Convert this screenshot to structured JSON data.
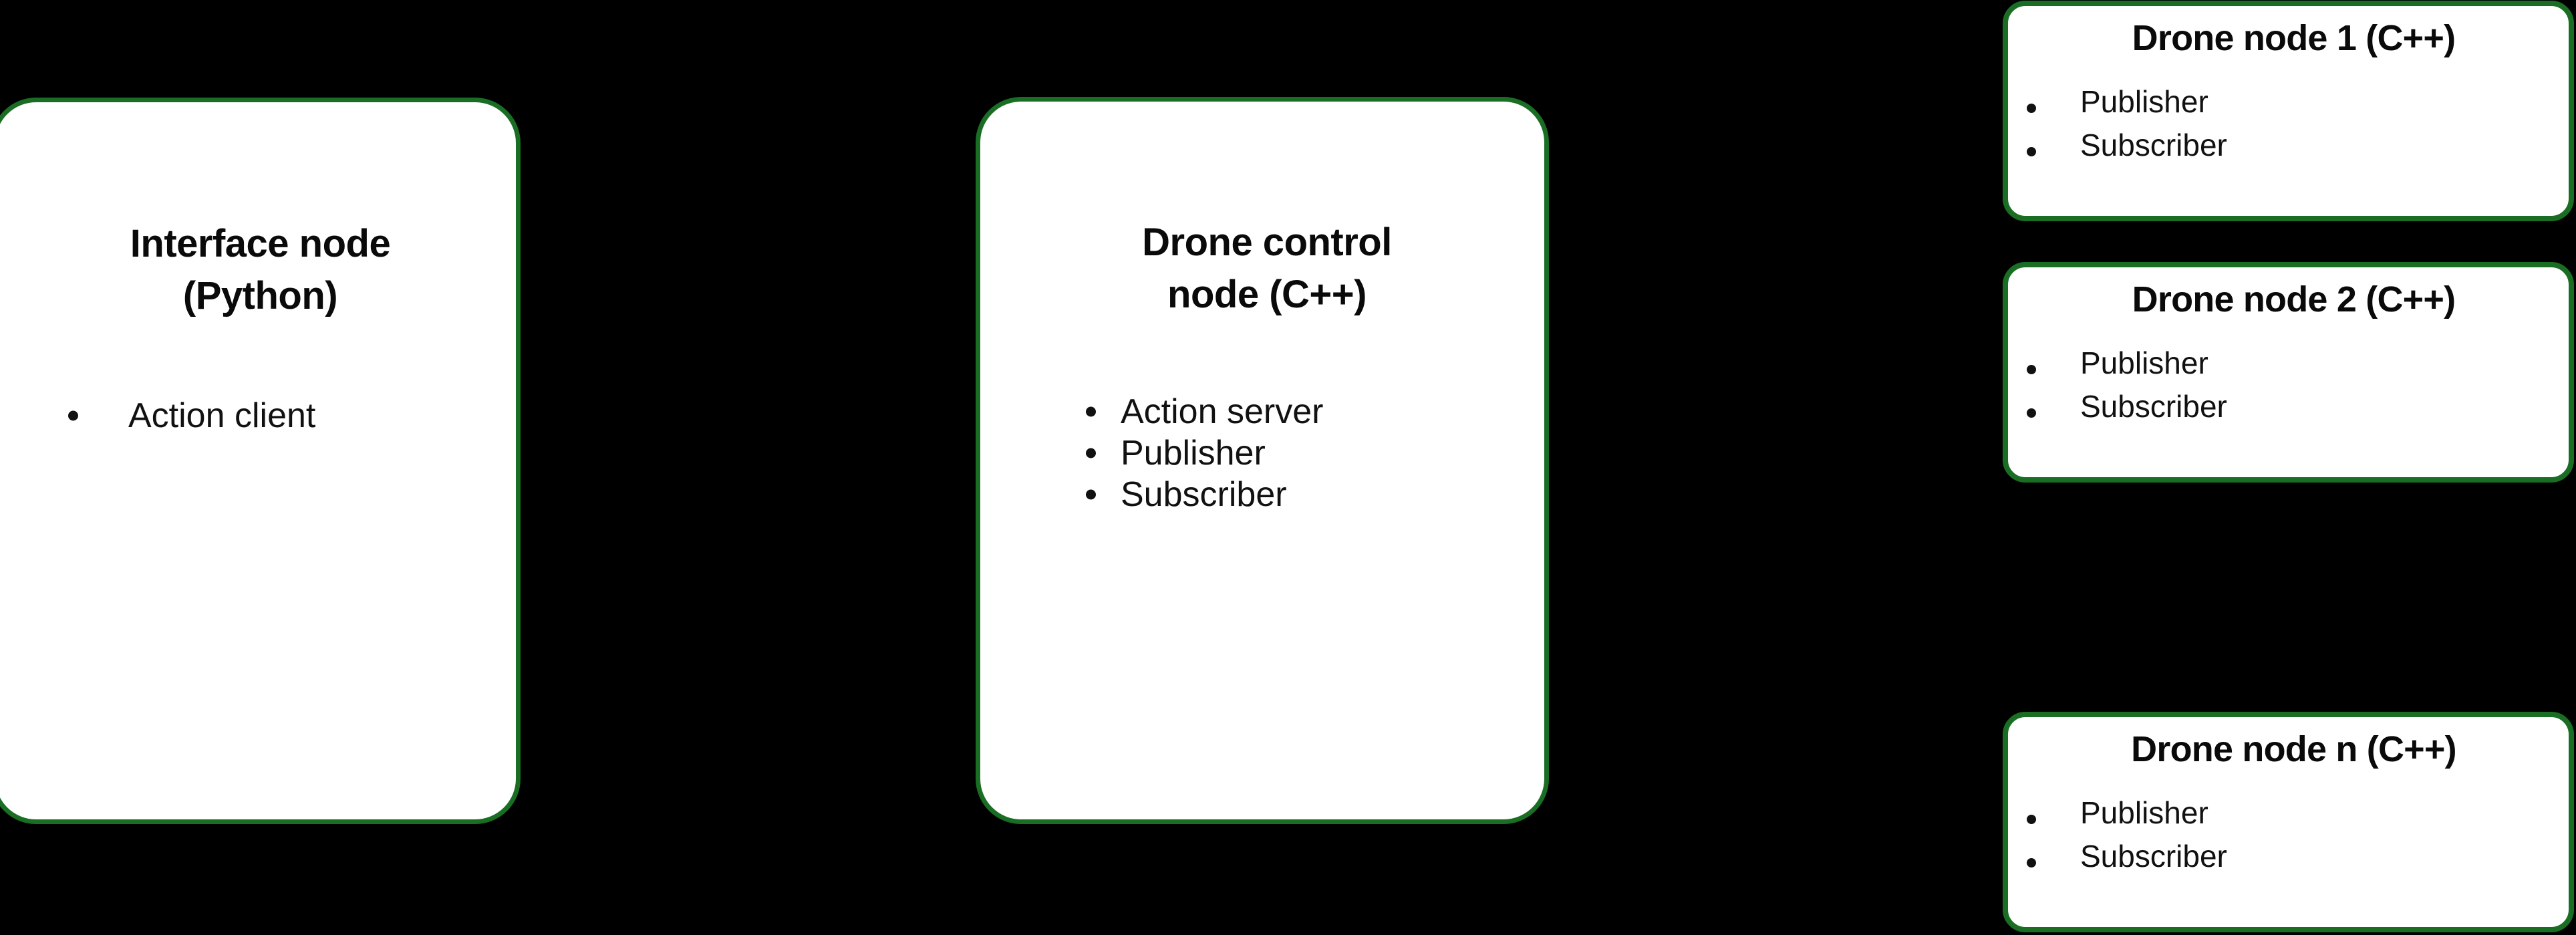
{
  "diagram": {
    "background_color": "#000000",
    "node_fill_color": "#ffffff",
    "node_border_color": "#1a6e24",
    "text_color": "#111111",
    "nodes": [
      {
        "id": "interface-node",
        "title_line_1": "Interface node",
        "title_line_2": "(Python)",
        "items": [
          "Action client"
        ]
      },
      {
        "id": "drone-control-node",
        "title_line_1": "Drone control",
        "title_line_2": "node (C++)",
        "items": [
          "Action server",
          "Publisher",
          "Subscriber"
        ]
      },
      {
        "id": "drone-node-1",
        "title_line_1": "Drone node 1 (C++)",
        "items": [
          "Publisher",
          "Subscriber"
        ]
      },
      {
        "id": "drone-node-2",
        "title_line_1": "Drone node 2 (C++)",
        "items": [
          "Publisher",
          "Subscriber"
        ]
      },
      {
        "id": "drone-node-n",
        "title_line_1": "Drone node n (C++)",
        "items": [
          "Publisher",
          "Subscriber"
        ]
      }
    ]
  }
}
